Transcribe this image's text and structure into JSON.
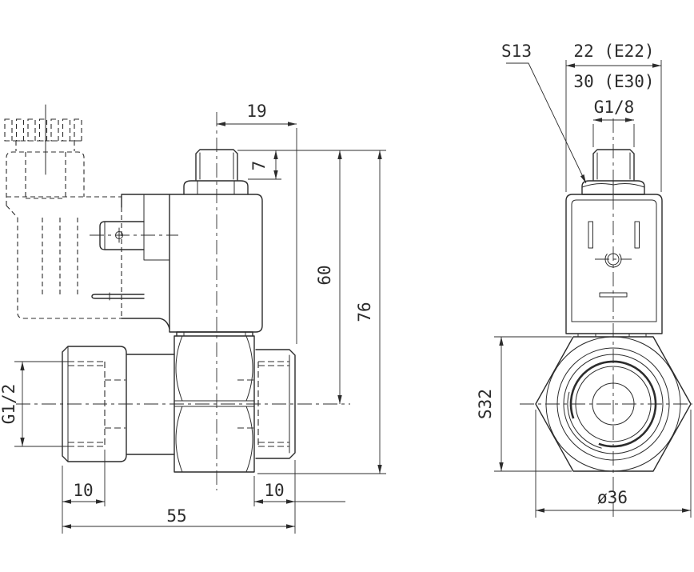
{
  "colors": {
    "background": "#ffffff",
    "line": "#2c2c2c"
  },
  "side_view": {
    "dim_port_width": "19",
    "dim_port_height": "7",
    "dim_coil_height": "60",
    "dim_total_height": "76",
    "inlet_thread": "G1/2",
    "dim_inlet_depth": "10",
    "dim_body_length": "55",
    "dim_outlet_depth": "10"
  },
  "front_view": {
    "nut_wrench_size": "S13",
    "coil_width_e22": "22 (E22)",
    "coil_width_e30": "30 (E30)",
    "top_thread": "G1/8",
    "body_wrench_size": "S32",
    "body_diameter": "ø36"
  }
}
